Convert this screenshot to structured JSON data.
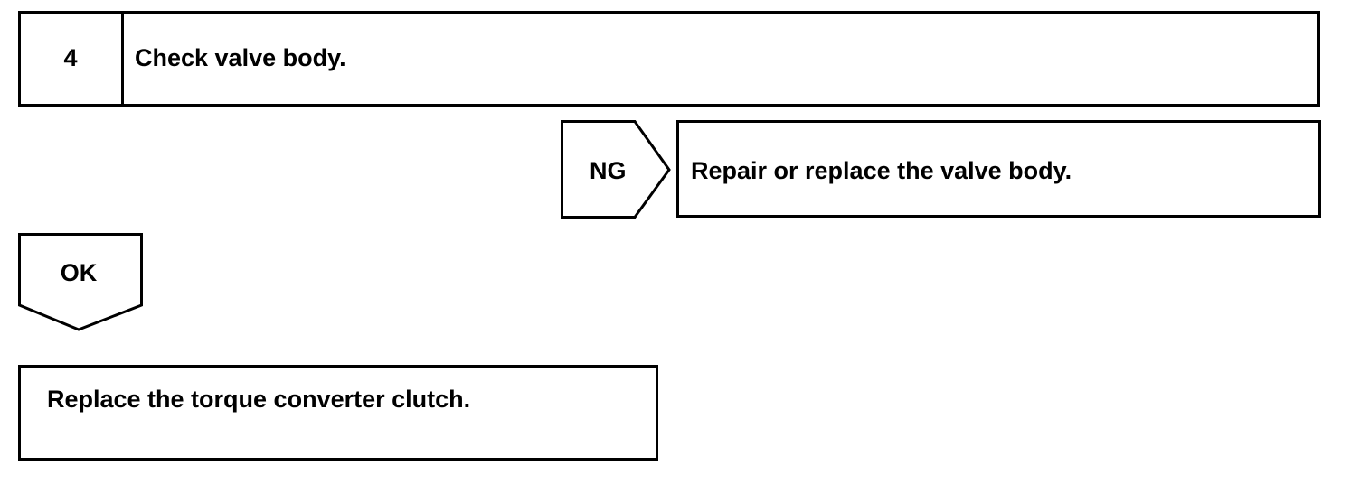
{
  "step": {
    "number": "4",
    "title": "Check valve body."
  },
  "ng_branch": {
    "label": "NG",
    "action": "Repair or replace the valve body."
  },
  "ok_branch": {
    "label": "OK",
    "action": "Replace the torque converter clutch."
  }
}
